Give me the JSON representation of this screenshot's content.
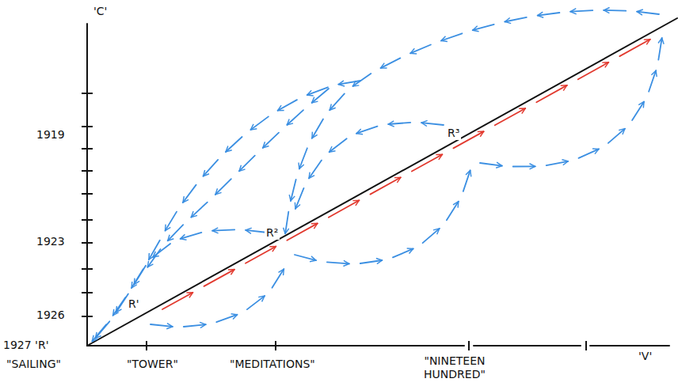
{
  "diagram": {
    "labels": [
      "'C'",
      "1919",
      "1923",
      "1926",
      "1927 'R'",
      "R'",
      "R²",
      "R³",
      "\"SAILING\"",
      "\"TOWER\"",
      "\"MEDITATIONS\"",
      "\"NINETEEN HUNDRED\"",
      "'V'"
    ]
  }
}
